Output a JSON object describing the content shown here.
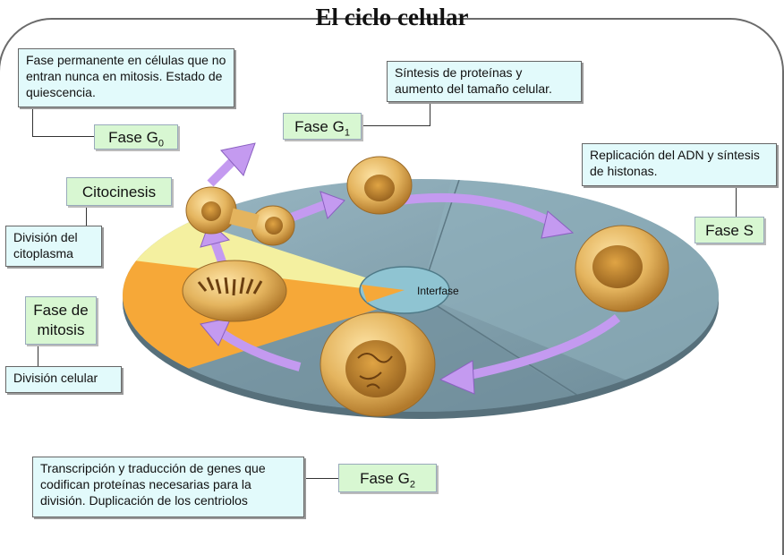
{
  "title": "El ciclo celular",
  "hub_label": "Interfase",
  "phases": {
    "g0": {
      "name": "Fase G",
      "sub": "0",
      "description": "Fase permanente en células que no entran nunca en mitosis. Estado de quiescencia."
    },
    "g1": {
      "name": "Fase G",
      "sub": "1",
      "description": "Síntesis de proteínas y aumento del tamaño celular."
    },
    "s": {
      "name": "Fase S",
      "description": "Replicación del ADN y síntesis de histonas."
    },
    "g2": {
      "name": "Fase G",
      "sub": "2",
      "description": "Transcripción y traducción de genes que codifican proteínas necesarias para la división. Duplicación de los centriolos"
    },
    "citocinesis": {
      "name": "Citocinesis",
      "description": "División del citoplasma"
    },
    "mitosis": {
      "name": "Fase de mitosis",
      "description": "División celular"
    }
  },
  "colors": {
    "disc_blue": "#7f9eab",
    "mitosis_orange": "#f6a838",
    "citocinesis_yellow": "#f4f0a0",
    "arrow_purple": "#c49af0",
    "cell_gold": "#e8c070",
    "box_bg": "#e2fafb",
    "tag_bg": "#d8f7d2"
  }
}
